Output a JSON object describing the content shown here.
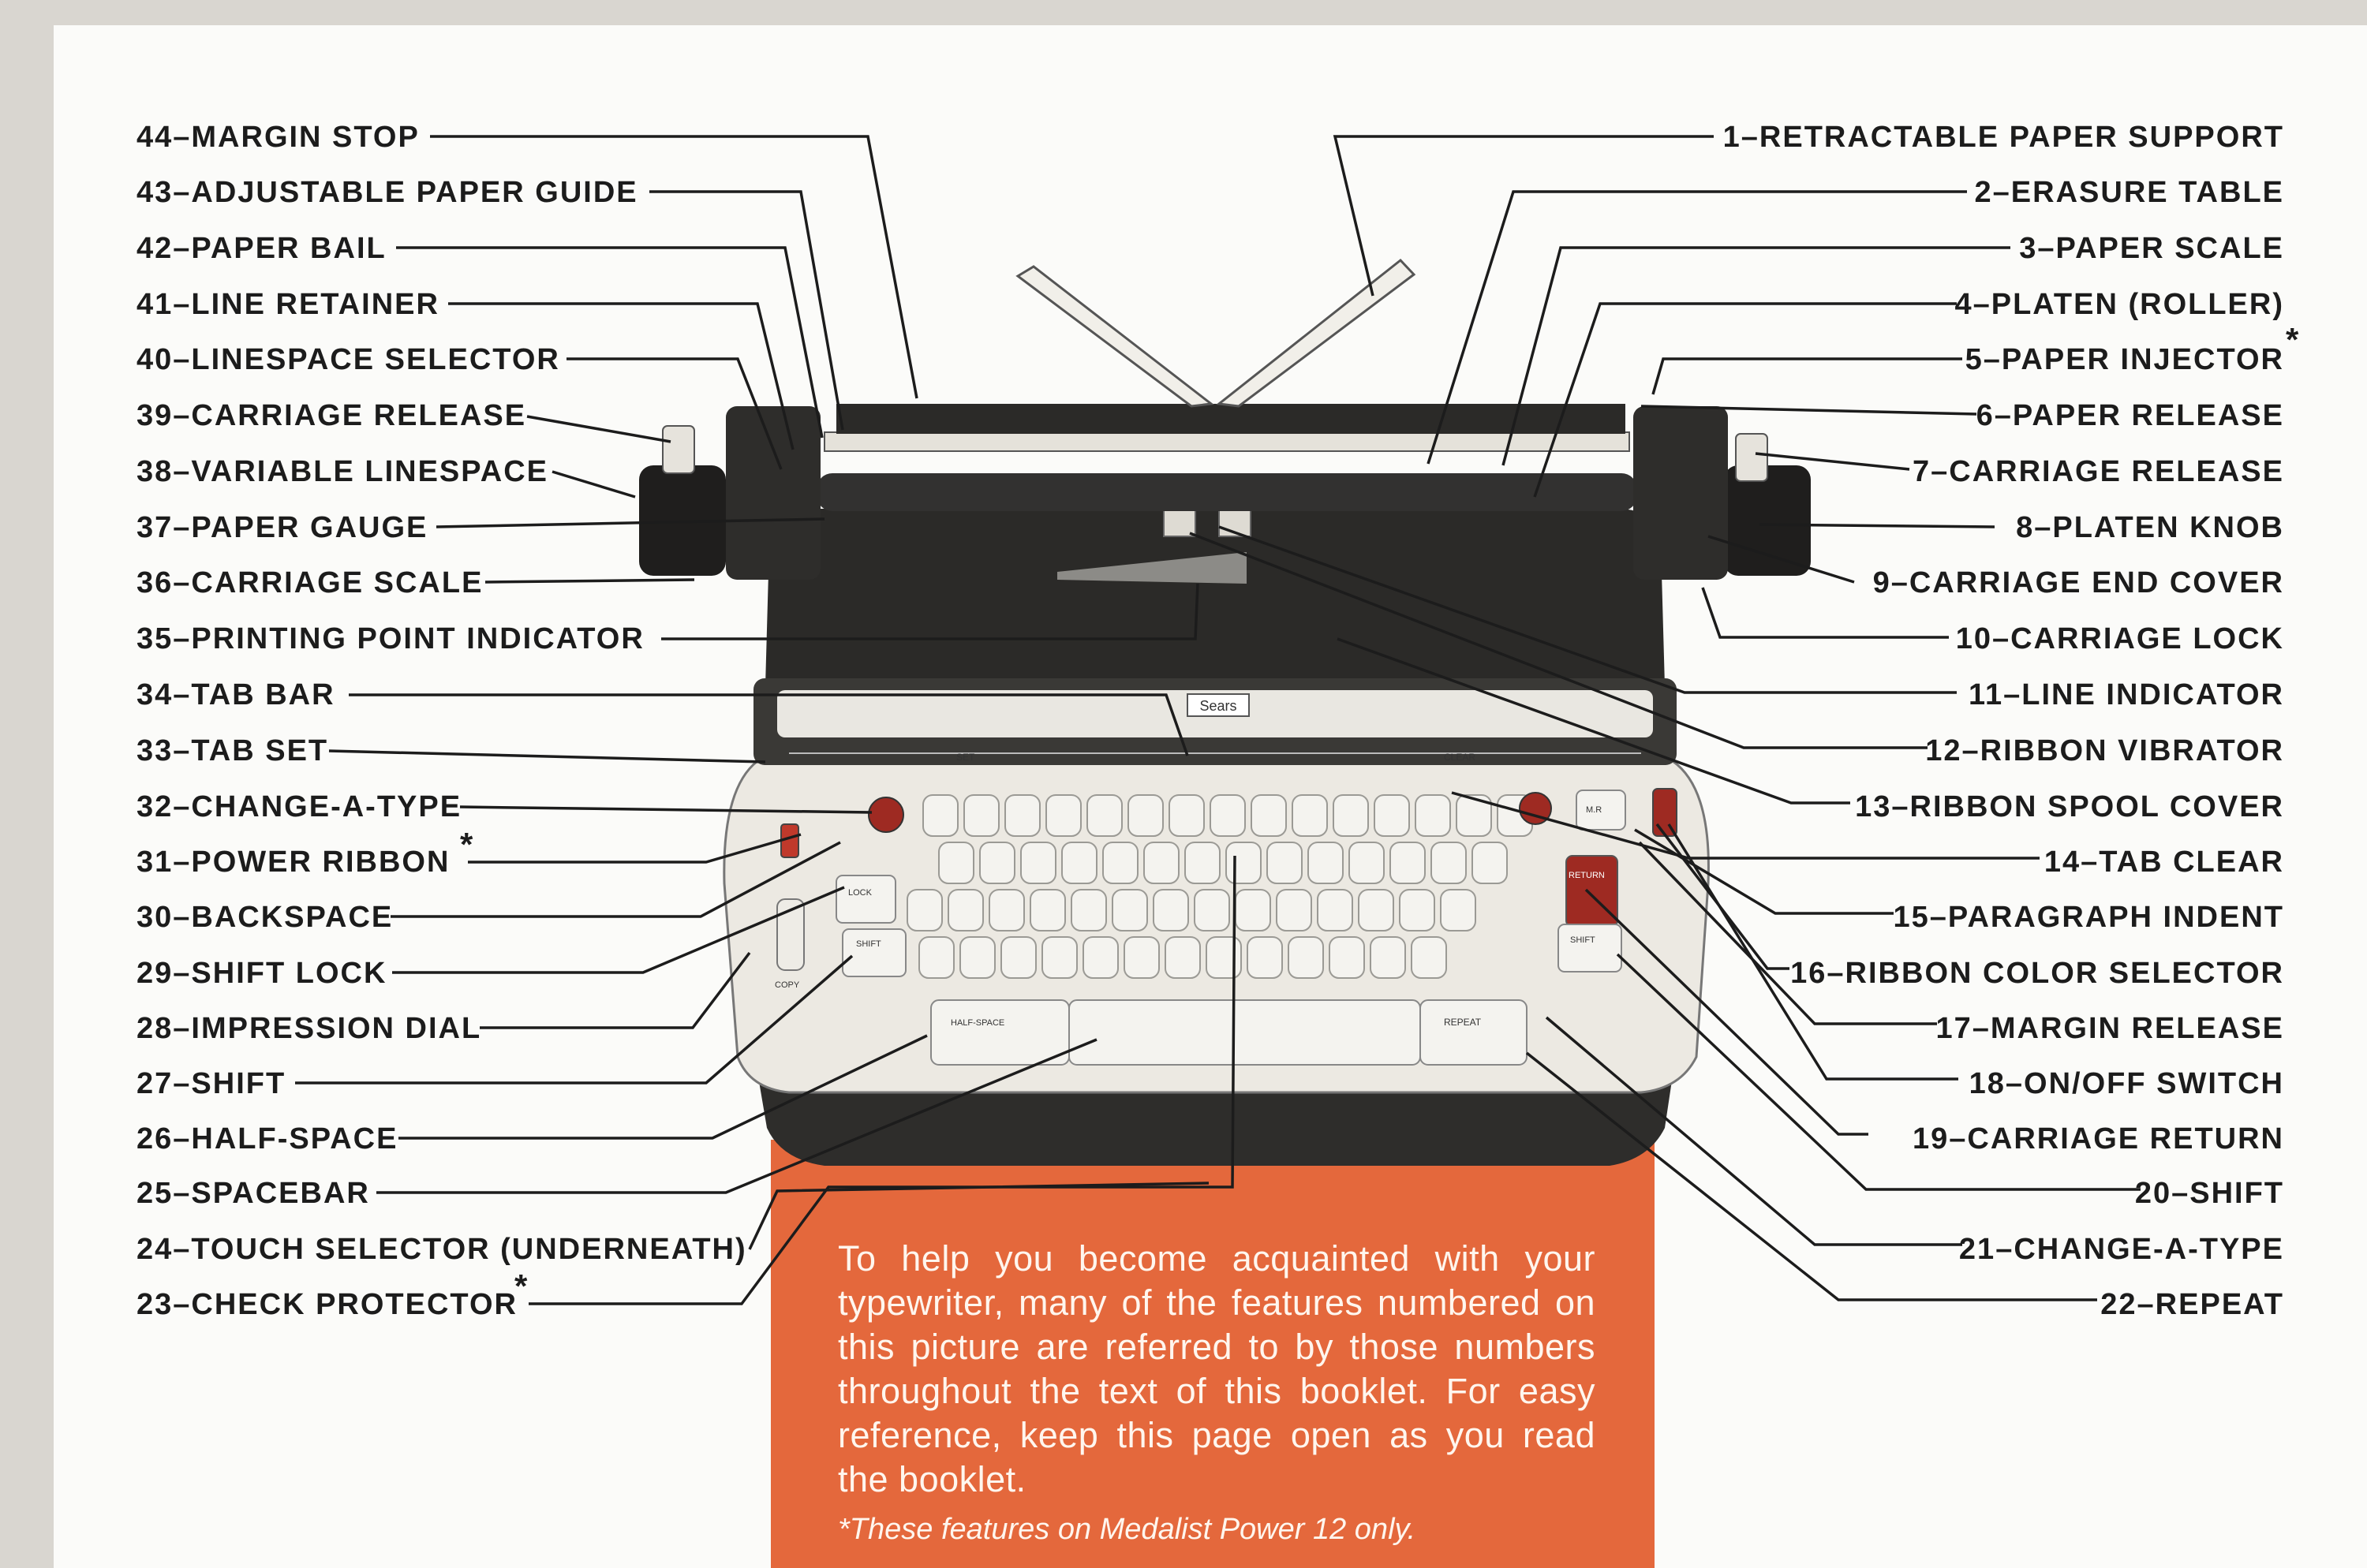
{
  "left_labels": [
    "44–MARGIN STOP",
    "43–ADJUSTABLE PAPER GUIDE",
    "42–PAPER BAIL",
    "41–LINE RETAINER",
    "40–LINESPACE SELECTOR",
    "39–CARRIAGE RELEASE",
    "38–VARIABLE LINESPACE",
    "37–PAPER GAUGE",
    "36–CARRIAGE SCALE",
    "35–PRINTING POINT INDICATOR",
    "34–TAB BAR",
    "33–TAB SET",
    "32–CHANGE-A-TYPE",
    "31–POWER RIBBON",
    "30–BACKSPACE",
    "29–SHIFT LOCK",
    "28–IMPRESSION DIAL",
    "27–SHIFT",
    "26–HALF-SPACE",
    "25–SPACEBAR",
    "24–TOUCH SELECTOR (UNDERNEATH)",
    "23–CHECK PROTECTOR"
  ],
  "right_labels": [
    "1–RETRACTABLE PAPER SUPPORT",
    "2–ERASURE TABLE",
    "3–PAPER SCALE",
    "4–PLATEN (ROLLER)",
    "5–PAPER INJECTOR",
    "6–PAPER RELEASE",
    "7–CARRIAGE RELEASE",
    "8–PLATEN KNOB",
    "9–CARRIAGE END COVER",
    "10–CARRIAGE LOCK",
    "11–LINE INDICATOR",
    "12–RIBBON VIBRATOR",
    "13–RIBBON SPOOL COVER",
    "14–TAB CLEAR",
    "15–PARAGRAPH INDENT",
    "16–RIBBON COLOR SELECTOR",
    "17–MARGIN RELEASE",
    "18–ON/OFF SWITCH",
    "19–CARRIAGE RETURN",
    "20–SHIFT",
    "21–CHANGE-A-TYPE",
    "22–REPEAT"
  ],
  "asterisk": "*",
  "note_text": "To help you become acquainted with your typewriter, many of the features numbered on this picture are referred to by those numbers throughout the text of this booklet. For easy reference, keep this page open as you read the booklet.",
  "footnote": "*These features on Medalist Power 12 only.",
  "machine_text": {
    "brand_plate": "Sears",
    "key_set": "SET",
    "key_clear": "CLEAR",
    "key_half_space": "HALF-SPACE",
    "key_repeat": "REPEAT",
    "key_return": "RETURN",
    "key_shift": "SHIFT",
    "key_lock": "LOCK",
    "key_copy": "COPY",
    "key_margin": "M.R"
  },
  "colors": {
    "orange": "#e4683c",
    "ink": "#1c1c1c",
    "paper": "#fbfbf9",
    "machine_dark": "#2b2a28",
    "machine_light": "#ece9e2"
  }
}
